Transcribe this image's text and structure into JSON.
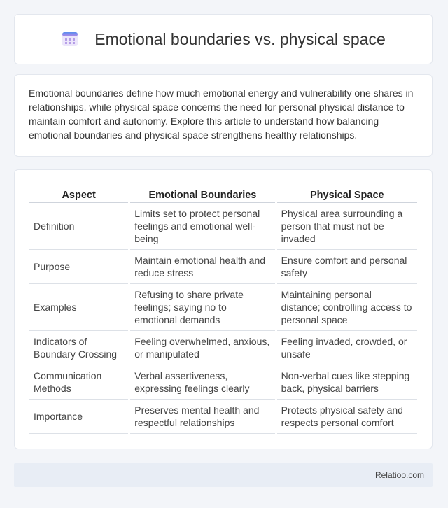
{
  "header": {
    "icon": "calendar-icon",
    "title": "Emotional boundaries vs. physical space"
  },
  "intro": {
    "text": "Emotional boundaries define how much emotional energy and vulnerability one shares in relationships, while physical space concerns the need for personal physical distance to maintain comfort and autonomy. Explore this article to understand how balancing emotional boundaries and physical space strengthens healthy relationships."
  },
  "table": {
    "headers": [
      "Aspect",
      "Emotional Boundaries",
      "Physical Space"
    ],
    "rows": [
      [
        "Definition",
        "Limits set to protect personal feelings and emotional well-being",
        "Physical area surrounding a person that must not be invaded"
      ],
      [
        "Purpose",
        "Maintain emotional health and reduce stress",
        "Ensure comfort and personal safety"
      ],
      [
        "Examples",
        "Refusing to share private feelings; saying no to emotional demands",
        "Maintaining personal distance; controlling access to personal space"
      ],
      [
        "Indicators of Boundary Crossing",
        "Feeling overwhelmed, anxious, or manipulated",
        "Feeling invaded, crowded, or unsafe"
      ],
      [
        "Communication Methods",
        "Verbal assertiveness, expressing feelings clearly",
        "Non-verbal cues like stepping back, physical barriers"
      ],
      [
        "Importance",
        "Preserves mental health and respectful relationships",
        "Protects physical safety and respects personal comfort"
      ]
    ]
  },
  "footer": {
    "brand": "Relatioo.com"
  },
  "colors": {
    "icon_blue": "#5b8def",
    "icon_purple": "#b48ae8"
  }
}
